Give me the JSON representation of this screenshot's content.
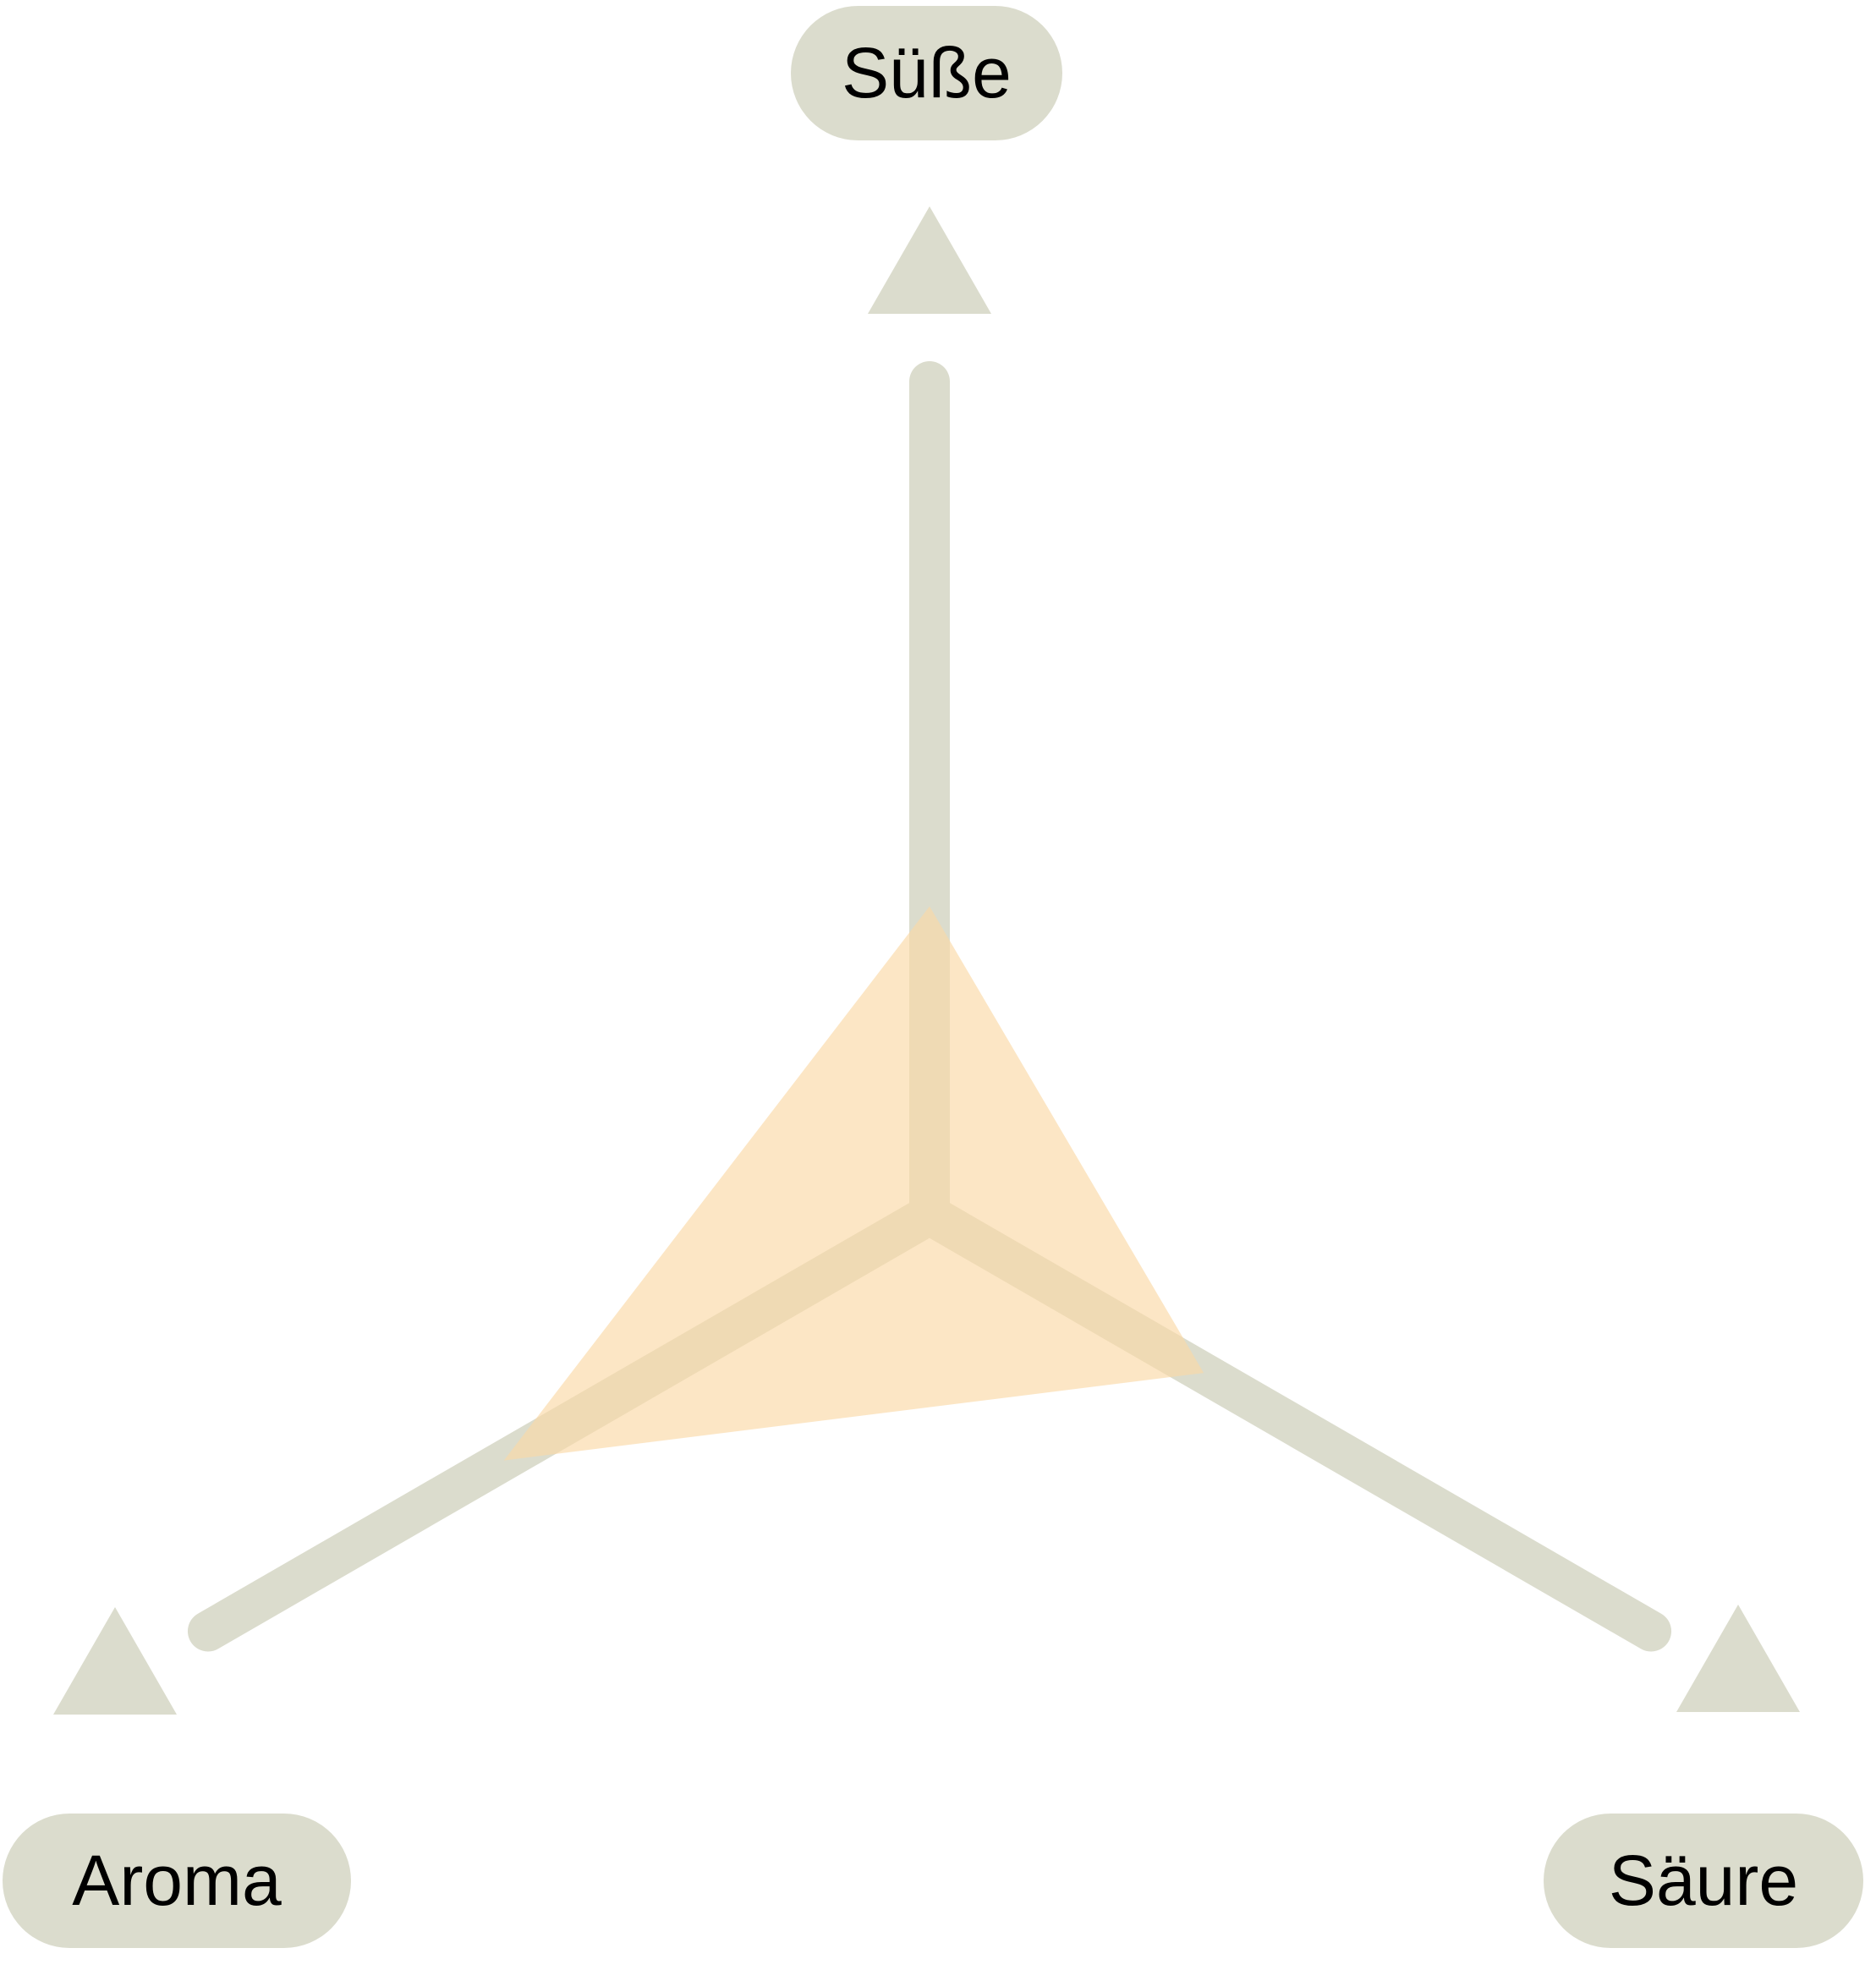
{
  "chart_data": {
    "type": "radar",
    "axes": [
      "Süße",
      "Säure",
      "Aroma"
    ],
    "values": [
      0.37,
      0.38,
      0.59
    ],
    "range": [
      0,
      1
    ],
    "grid": false,
    "colors": {
      "axis": "#dbdccd",
      "fill": "#fbd9a6"
    }
  }
}
